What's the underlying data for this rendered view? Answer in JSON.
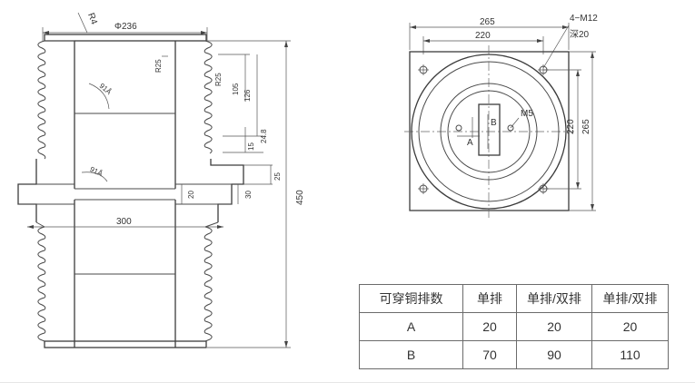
{
  "side_view": {
    "labels": {
      "r4": "R4",
      "phi236": "Φ236",
      "r25_top": "R25",
      "r25_side": "R25",
      "angle_top": "91Å",
      "angle_bottom": "91Å",
      "flange_width": "300",
      "flange_gap": "20"
    },
    "vertical_dims": [
      "105",
      "126",
      "24.8",
      "15",
      "25",
      "30",
      "450"
    ]
  },
  "top_view": {
    "labels": {
      "width_outer": "265",
      "width_inner": "220",
      "height_inner": "220",
      "height_outer": "265",
      "bolt_spec": "4−M12",
      "bolt_depth": "深20",
      "dim_a": "A",
      "dim_b": "B",
      "thread": "M5"
    }
  },
  "table": {
    "header": [
      "可穿铜排数",
      "单排",
      "单排/双排",
      "单排/双排"
    ],
    "rows": [
      [
        "A",
        "20",
        "20",
        "20"
      ],
      [
        "B",
        "70",
        "90",
        "110"
      ]
    ]
  }
}
